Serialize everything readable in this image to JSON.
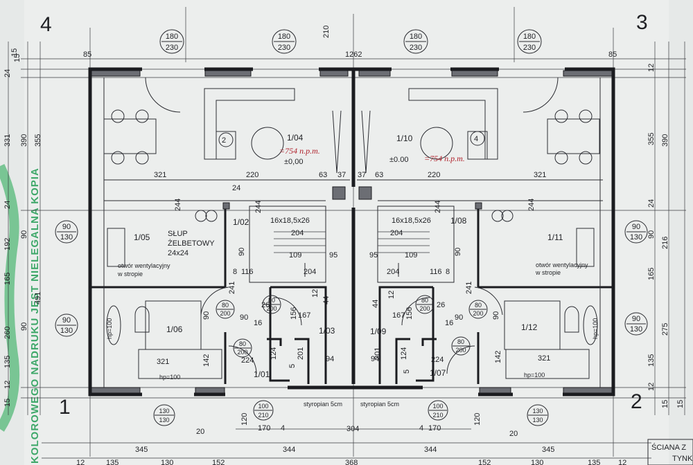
{
  "corner_numbers": [
    "4",
    "3",
    "1",
    "2"
  ],
  "stamp_text": "KOLOROWEGO NADRUKU JEST NIELEGALNA KOPIA",
  "top_dimensions": {
    "left": "85",
    "middle": "1262",
    "right": "85",
    "left_stair": "210",
    "left_edge": "15"
  },
  "window_tags": [
    {
      "top": "180",
      "bottom": "230"
    },
    {
      "top": "180",
      "bottom": "230"
    },
    {
      "top": "180",
      "bottom": "230"
    },
    {
      "top": "180",
      "bottom": "230"
    }
  ],
  "side_window_tags": [
    {
      "top": "90",
      "bottom": "130"
    },
    {
      "top": "90",
      "bottom": "130"
    },
    {
      "top": "90",
      "bottom": "130"
    },
    {
      "top": "90",
      "bottom": "130"
    }
  ],
  "door_tags": [
    {
      "top": "80",
      "bottom": "200"
    },
    {
      "top": "80",
      "bottom": "200"
    },
    {
      "top": "80",
      "bottom": "200"
    },
    {
      "top": "80",
      "bottom": "200"
    },
    {
      "top": "80",
      "bottom": "200"
    },
    {
      "top": "80",
      "bottom": "200"
    },
    {
      "top": "100",
      "bottom": "210"
    },
    {
      "top": "100",
      "bottom": "210"
    },
    {
      "top": "130",
      "bottom": "130"
    },
    {
      "top": "130",
      "bottom": "130"
    }
  ],
  "rooms": [
    "1/04",
    "1/10",
    "1/02",
    "1/08",
    "1/05",
    "1/11",
    "1/06",
    "1/12",
    "1/03",
    "1/09",
    "1/01",
    "1/07"
  ],
  "level_marks": [
    "±0,00",
    "±0.00"
  ],
  "handwritten_notes": [
    "=754 n.p.m.",
    "=754 n.p.m."
  ],
  "circle_markers": [
    "2",
    "4"
  ],
  "stairs": [
    "16x18,5x26",
    "16x18,5x26"
  ],
  "column_label": [
    "SŁUP",
    "ŻELBETOWY",
    "24x24"
  ],
  "vent_note": [
    "otwór wentylacyjny",
    "w stropie"
  ],
  "sill_notes": [
    "hp=100",
    "hp=100",
    "hp=100",
    "hp=100"
  ],
  "insulation_notes": [
    "styropian 5cm",
    "styropian 5cm"
  ],
  "interior_dims": {
    "d321": "321",
    "d220": "220",
    "d63": "63",
    "d37": "37",
    "d24": "24",
    "d204": "204",
    "d109": "109",
    "d95": "95",
    "d116": "116",
    "d8": "8",
    "d90": "90",
    "d167": "167",
    "d156": "156",
    "d12": "12",
    "d44": "44",
    "d26": "26",
    "d16": "16",
    "d201": "201",
    "d224": "224",
    "d94": "94",
    "d5": "5",
    "d124": "124",
    "d142": "142",
    "d244": "244",
    "d241": "241",
    "d120": "120"
  },
  "right_dimensions": [
    "12",
    "355",
    "390",
    "24",
    "216",
    "90",
    "165",
    "275",
    "135",
    "12",
    "15"
  ],
  "left_dimensions": [
    "15",
    "24",
    "331",
    "390",
    "355",
    "24",
    "192",
    "90",
    "165",
    "491",
    "260",
    "90",
    "135",
    "12",
    "15"
  ],
  "bottom_dimensions": [
    "345",
    "344",
    "304",
    "344",
    "345",
    "12",
    "135",
    "130",
    "152",
    "368",
    "152",
    "130",
    "135",
    "12",
    "170",
    "170",
    "4",
    "20",
    "20",
    "4",
    "15"
  ],
  "corner_block_text": [
    "ŚCIANA Z",
    "TYNK"
  ]
}
